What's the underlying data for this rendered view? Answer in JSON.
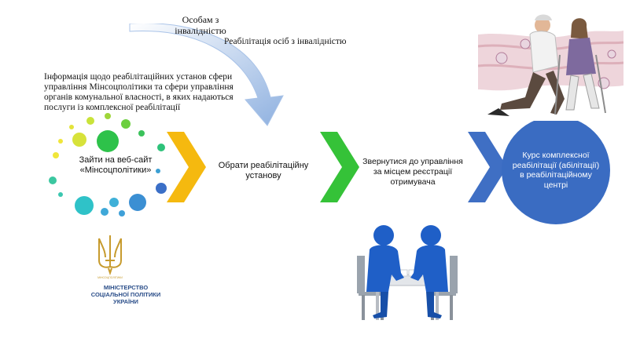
{
  "labels": {
    "top_label_1": "Особам з інвалідністю",
    "top_label_2": "Реабілітація осіб з інвалідністю",
    "info_text": "Інформація щодо реабілітаційних установ сфери управління Мінсоцполітики та сфери управління органів комунальної власності, в яких надаються послуги із комплексної реабілітації"
  },
  "steps": [
    {
      "label": "Зайти на веб-сайт «Мінсоцполітики»"
    },
    {
      "label": "Обрати реабілітаційну установу"
    },
    {
      "label": "Звернутися до управління за місцем реєстрації отримувача"
    },
    {
      "label": "Курс комплексної реабілітації (абілітації) в реабілітаційному центрі"
    }
  ],
  "ministry": {
    "small_text": "МІНСОЦПОЛІТИКИ",
    "name_line1": "МІНІСТЕРСТВО",
    "name_line2": "СОЦІАЛЬНОЇ ПОЛІТИКИ",
    "name_line3": "УКРАЇНИ"
  },
  "colors": {
    "chevron_1": "#f5b90f",
    "chevron_2": "#35c238",
    "chevron_3": "#3f6fc4",
    "final_circle": "#3a6cc2",
    "curved_arrow": "#9fbde6",
    "ministry_text": "#2c4f8a",
    "trident_gold": "#c79b2e"
  },
  "icons": {
    "curved_arrow": "curved-arrow-icon",
    "trident": "trident-icon",
    "people_meeting": "people-meeting-icon",
    "rehab_photo": "rehabilitation-photo"
  }
}
